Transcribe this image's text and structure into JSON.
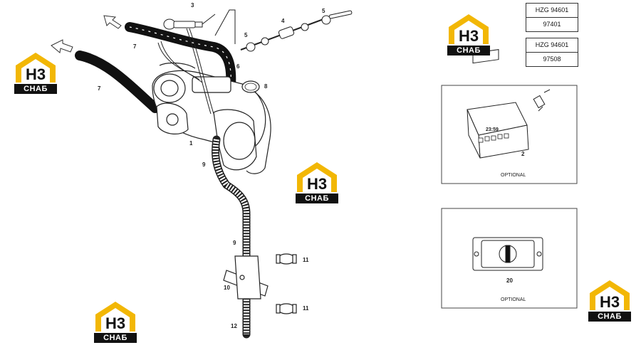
{
  "callouts": {
    "c1": "1",
    "c2": "2",
    "c3": "3",
    "c4": "4",
    "c5a": "5",
    "c5b": "5",
    "c6": "6",
    "c7a": "7",
    "c7b": "7",
    "c8": "8",
    "c9a": "9",
    "c9b": "9",
    "c10": "10",
    "c11a": "11",
    "c11b": "11",
    "c12": "12",
    "c20": "20"
  },
  "ref_boxes": [
    {
      "top": "HZG 94601",
      "bottom": "97401"
    },
    {
      "top": "HZG 94601",
      "bottom": "97508"
    }
  ],
  "panels": {
    "timer": {
      "display": "23:59",
      "label": "OPTIONAL"
    },
    "switch": {
      "label": "OPTIONAL"
    }
  },
  "logo": {
    "mark": "H3",
    "caption": "СНАБ"
  },
  "colors": {
    "logo_yellow": "#f2b705",
    "line": "#222222",
    "hose": "#111111"
  }
}
